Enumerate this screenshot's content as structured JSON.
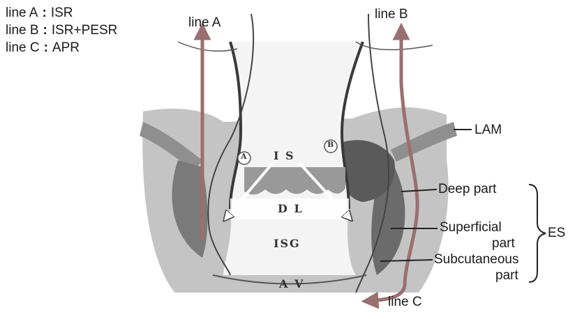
{
  "legend": [
    {
      "line": "line A",
      "procedure": "ISR"
    },
    {
      "line": "line B",
      "procedure": "ISR+PESR"
    },
    {
      "line": "line C",
      "procedure": "APR"
    }
  ],
  "line_labels": {
    "a": "line A",
    "b": "line B",
    "c": "line C"
  },
  "anatomy": {
    "lam": "LAM",
    "deep": "Deep part",
    "superficial_1": "Superficial",
    "superficial_2": "part",
    "subcutaneous_1": "Subcutaneous",
    "subcutaneous_2": "part",
    "es": "ES"
  },
  "inner_labels": {
    "is": "I S",
    "dl": "D L",
    "isg": "ISG",
    "av": "A V",
    "marker_a": "A",
    "marker_b": "B"
  },
  "colors": {
    "arrow": "#9a6f6f",
    "tissue": "#bdbdbd",
    "muscle": "#6c6c6c",
    "lumen": "#f4f4f4"
  }
}
